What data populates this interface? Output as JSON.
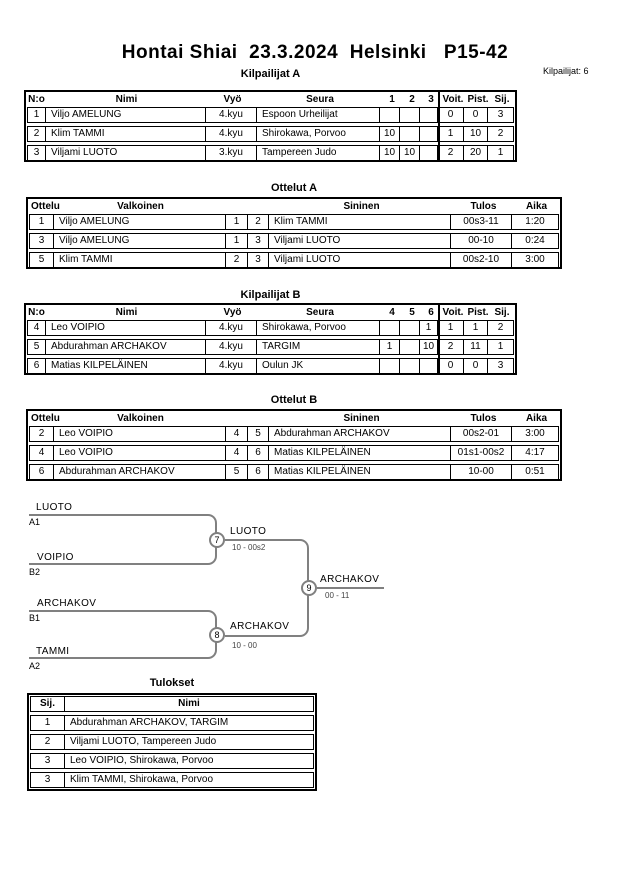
{
  "header": {
    "title": "Hontai Shiai  23.3.2024  Helsinki   P15-42",
    "participants_note": "Kilpailijat: 6"
  },
  "pool_a": {
    "title": "Kilpailijat A",
    "columns": [
      "N:o",
      "Nimi",
      "Vyö",
      "Seura",
      "1",
      "2",
      "3",
      "Voit.",
      "Pist.",
      "Sij."
    ],
    "rows": [
      {
        "no": "1",
        "name": "Viljo AMELUNG",
        "belt": "4.kyu",
        "club": "Espoon Urheilijat",
        "c1": "",
        "c2": "",
        "c3": "",
        "wins": "0",
        "pts": "0",
        "place": "3"
      },
      {
        "no": "2",
        "name": "Klim TAMMI",
        "belt": "4.kyu",
        "club": "Shirokawa, Porvoo",
        "c1": "10",
        "c2": "",
        "c3": "",
        "wins": "1",
        "pts": "10",
        "place": "2"
      },
      {
        "no": "3",
        "name": "Viljami LUOTO",
        "belt": "3.kyu",
        "club": "Tampereen Judo",
        "c1": "10",
        "c2": "10",
        "c3": "",
        "wins": "2",
        "pts": "20",
        "place": "1"
      }
    ]
  },
  "matches_a": {
    "title": "Ottelut A",
    "columns": [
      "Ottelu",
      "Valkoinen",
      "Sininen",
      "Tulos",
      "Aika"
    ],
    "rows": [
      {
        "no": "1",
        "white": "Viljo AMELUNG",
        "wn": "1",
        "bn": "2",
        "blue": "Klim TAMMI",
        "result": "00s3-11",
        "time": "1:20"
      },
      {
        "no": "3",
        "white": "Viljo AMELUNG",
        "wn": "1",
        "bn": "3",
        "blue": "Viljami LUOTO",
        "result": "00-10",
        "time": "0:24"
      },
      {
        "no": "5",
        "white": "Klim TAMMI",
        "wn": "2",
        "bn": "3",
        "blue": "Viljami LUOTO",
        "result": "00s2-10",
        "time": "3:00"
      }
    ]
  },
  "pool_b": {
    "title": "Kilpailijat B",
    "columns": [
      "N:o",
      "Nimi",
      "Vyö",
      "Seura",
      "4",
      "5",
      "6",
      "Voit.",
      "Pist.",
      "Sij."
    ],
    "rows": [
      {
        "no": "4",
        "name": "Leo VOIPIO",
        "belt": "4.kyu",
        "club": "Shirokawa, Porvoo",
        "c1": "",
        "c2": "",
        "c3": "1",
        "wins": "1",
        "pts": "1",
        "place": "2"
      },
      {
        "no": "5",
        "name": "Abdurahman ARCHAKOV",
        "belt": "4.kyu",
        "club": "TARGIM",
        "c1": "1",
        "c2": "",
        "c3": "10",
        "wins": "2",
        "pts": "11",
        "place": "1"
      },
      {
        "no": "6",
        "name": "Matias KILPELÄINEN",
        "belt": "4.kyu",
        "club": "Oulun JK",
        "c1": "",
        "c2": "",
        "c3": "",
        "wins": "0",
        "pts": "0",
        "place": "3"
      }
    ]
  },
  "matches_b": {
    "title": "Ottelut B",
    "columns": [
      "Ottelu",
      "Valkoinen",
      "Sininen",
      "Tulos",
      "Aika"
    ],
    "rows": [
      {
        "no": "2",
        "white": "Leo VOIPIO",
        "wn": "4",
        "bn": "5",
        "blue": "Abdurahman ARCHAKOV",
        "result": "00s2-01",
        "time": "3:00"
      },
      {
        "no": "4",
        "white": "Leo VOIPIO",
        "wn": "4",
        "bn": "6",
        "blue": "Matias KILPELÄINEN",
        "result": "01s1-00s2",
        "time": "4:17"
      },
      {
        "no": "6",
        "white": "Abdurahman ARCHAKOV",
        "wn": "5",
        "bn": "6",
        "blue": "Matias KILPELÄINEN",
        "result": "10-00",
        "time": "0:51"
      }
    ]
  },
  "bracket": {
    "slots": [
      {
        "name": "LUOTO",
        "seed": "A1"
      },
      {
        "name": "VOIPIO",
        "seed": "B2"
      },
      {
        "name": "ARCHAKOV",
        "seed": "B1"
      },
      {
        "name": "TAMMI",
        "seed": "A2"
      }
    ],
    "matches": [
      {
        "no": "7",
        "winner": "LUOTO",
        "score": "10 - 00s2"
      },
      {
        "no": "8",
        "winner": "ARCHAKOV",
        "score": "10 - 00"
      },
      {
        "no": "9",
        "winner": "ARCHAKOV",
        "score": "00 - 11"
      }
    ]
  },
  "results": {
    "title": "Tulokset",
    "columns": [
      "Sij.",
      "Nimi"
    ],
    "rows": [
      {
        "place": "1",
        "name": "Abdurahman ARCHAKOV, TARGIM"
      },
      {
        "place": "2",
        "name": "Viljami LUOTO, Tampereen Judo"
      },
      {
        "place": "3",
        "name": "Leo VOIPIO, Shirokawa, Porvoo"
      },
      {
        "place": "3",
        "name": "Klim TAMMI, Shirokawa, Porvoo"
      }
    ]
  },
  "colors": {
    "bracket_line": "#808080",
    "border": "#000000"
  }
}
